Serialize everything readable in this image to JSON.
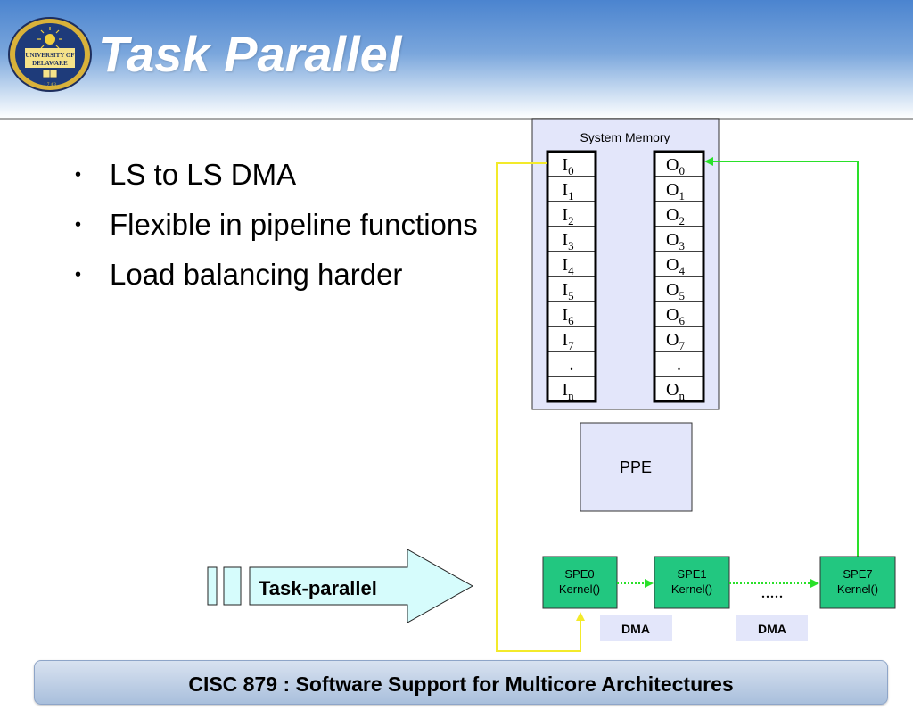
{
  "slide": {
    "title": "Task Parallel",
    "logo_text": "UNIVERSITY OF DELAWARE",
    "logo_year": "1743"
  },
  "bullets": [
    "LS to LS DMA",
    "Flexible in pipeline functions",
    "Load balancing harder"
  ],
  "diagram": {
    "system_memory_label": "System Memory",
    "input_cells": [
      {
        "base": "I",
        "sub": "0"
      },
      {
        "base": "I",
        "sub": "1"
      },
      {
        "base": "I",
        "sub": "2"
      },
      {
        "base": "I",
        "sub": "3"
      },
      {
        "base": "I",
        "sub": "4"
      },
      {
        "base": "I",
        "sub": "5"
      },
      {
        "base": "I",
        "sub": "6"
      },
      {
        "base": "I",
        "sub": "7"
      },
      {
        "base": ".",
        "sub": ""
      },
      {
        "base": "I",
        "sub": "n"
      }
    ],
    "output_cells": [
      {
        "base": "O",
        "sub": "0"
      },
      {
        "base": "O",
        "sub": "1"
      },
      {
        "base": "O",
        "sub": "2"
      },
      {
        "base": "O",
        "sub": "3"
      },
      {
        "base": "O",
        "sub": "4"
      },
      {
        "base": "O",
        "sub": "5"
      },
      {
        "base": "O",
        "sub": "6"
      },
      {
        "base": "O",
        "sub": "7"
      },
      {
        "base": ".",
        "sub": ""
      },
      {
        "base": "O",
        "sub": "n"
      }
    ],
    "ppe_label": "PPE",
    "spe0": {
      "name": "SPE0",
      "kernel": "Kernel()"
    },
    "spe1": {
      "name": "SPE1",
      "kernel": "Kernel()"
    },
    "spe7": {
      "name": "SPE7",
      "kernel": "Kernel()"
    },
    "ellipsis": ".....",
    "dma_labels": [
      "DMA",
      "DMA"
    ],
    "task_arrow_label": "Task-parallel"
  },
  "footer": {
    "text": "CISC 879 : Software Support for Multicore Architectures"
  },
  "colors": {
    "header_blue": "#4b84cf",
    "memory_fill": "#e3e6fa",
    "spe_fill": "#22c780",
    "dma_fill": "#e3e6fa",
    "yellow_line": "#f3ea2a",
    "green_line": "#2ae02a",
    "task_arrow_fill": "#d6fcfc"
  }
}
